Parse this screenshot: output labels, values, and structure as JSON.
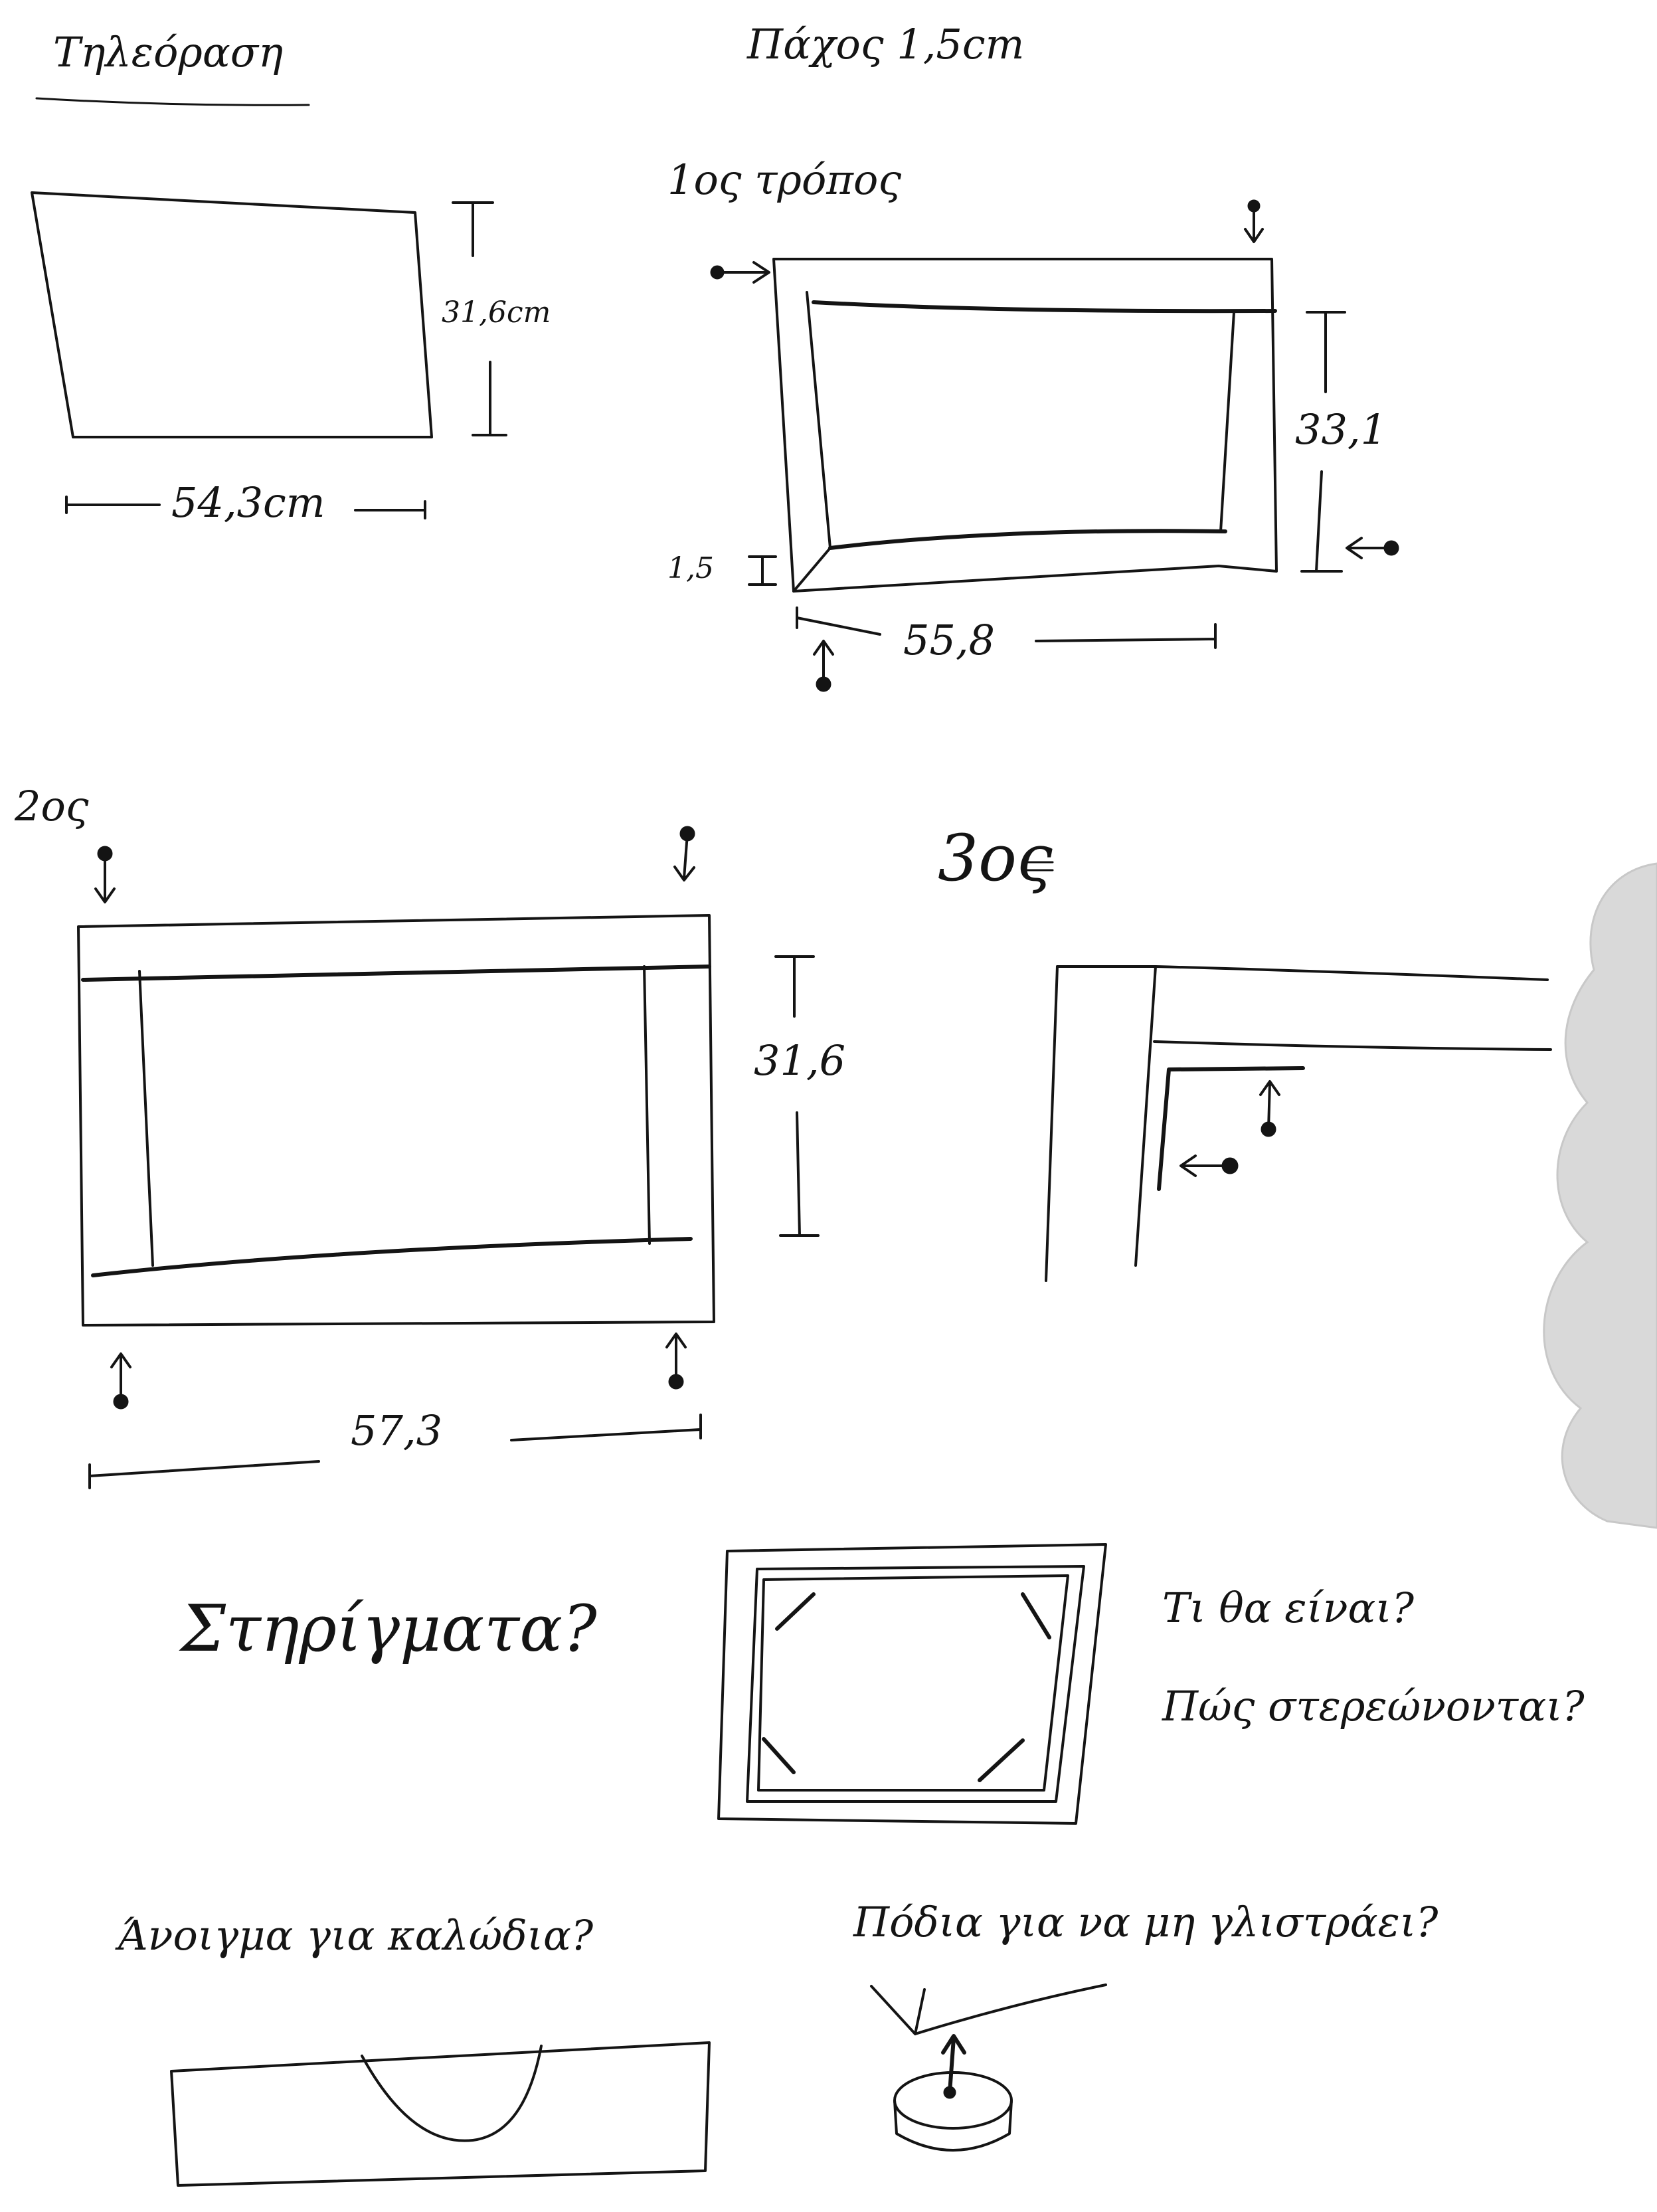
{
  "title": "Τηλεόραση",
  "thickness": "Πάχος 1,5cm",
  "tv": {
    "height": "31,6cm",
    "width": "54,3cm"
  },
  "way1": {
    "label": "1ος τρόπος",
    "height": "33,1",
    "width": "55,8",
    "thickness": "1,5"
  },
  "way2": {
    "label": "2ος",
    "height": "31,6",
    "width": "57,3"
  },
  "way3": {
    "label": "3ος"
  },
  "supports": {
    "label": "Στηρίγματα?",
    "question1": "Τι θα είναι?",
    "question2": "Πώς στερεώνονται?"
  },
  "cable_opening": {
    "label": "Άνοιγμα για καλώδια?"
  },
  "feet": {
    "label": "Πόδια για να μη γλιστράει?"
  }
}
